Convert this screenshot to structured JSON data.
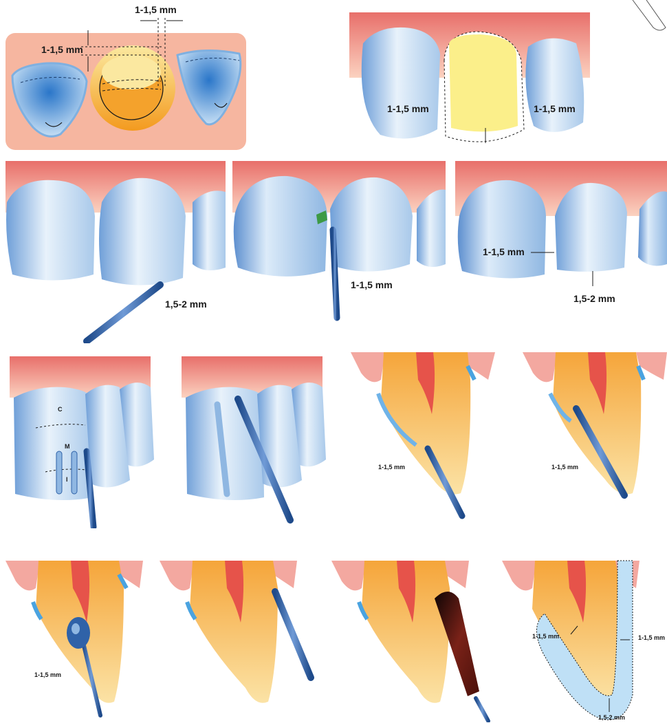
{
  "labels": {
    "p1_top": "1-1,5 mm",
    "p1_left": "1-1,5 mm",
    "p2_left": "1-1,5 mm",
    "p2_right": "1-1,5 mm",
    "p3": "1,5-2 mm",
    "p4": "1-1,5 mm",
    "p5_side": "1-1,5 mm",
    "p5_bottom": "1,5-2 mm",
    "p6_c": "C",
    "p6_m": "M",
    "p6_i": "I",
    "p8": "1-1,5 mm",
    "p9": "1-1,5 mm",
    "p10": "1-1,5 mm",
    "p14_left": "1-1,5 mm",
    "p14_right": "1-1,5 mm",
    "p14_bottom": "1,5-2 mm"
  },
  "colors": {
    "gum": "#f0a08c",
    "tooth": "#cfe3f5",
    "dentin": "#f8c25a",
    "pulp": "#e6534a",
    "bur": "#2f62a8",
    "green_block": "#3d9a45",
    "dark_bur": "#6a1a12"
  }
}
